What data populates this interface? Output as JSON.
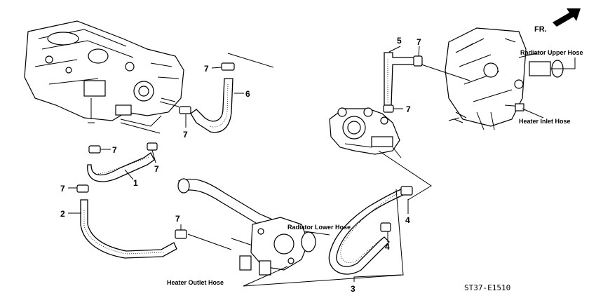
{
  "direction_label": "FR.",
  "figure_code": "ST37-E1510",
  "callouts": {
    "radiator_upper_hose": "Radiator Upper Hose",
    "heater_inlet_hose": "Heater Inlet Hose",
    "radiator_lower_hose": "Radiator Lower Hose",
    "heater_outlet_hose": "Heater Outlet Hose"
  },
  "part_numbers": {
    "p1": "1",
    "p2": "2",
    "p3": "3",
    "p4a": "4",
    "p4b": "4",
    "p5": "5",
    "p6": "6",
    "p7a": "7",
    "p7b": "7",
    "p7c": "7",
    "p7d": "7",
    "p7e": "7",
    "p7f": "7",
    "p7g": "7",
    "p7h": "7"
  }
}
